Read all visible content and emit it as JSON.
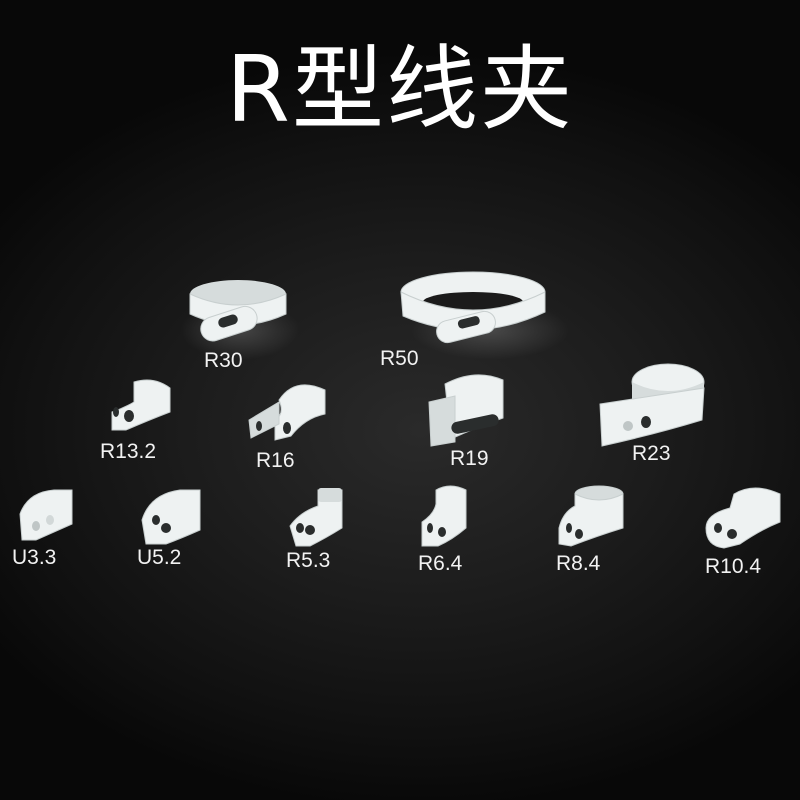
{
  "title": "R型线夹",
  "products": [
    {
      "id": "r30",
      "label": "R30"
    },
    {
      "id": "r50",
      "label": "R50"
    },
    {
      "id": "r13_2",
      "label": "R13.2"
    },
    {
      "id": "r16",
      "label": "R16"
    },
    {
      "id": "r19",
      "label": "R19"
    },
    {
      "id": "r23",
      "label": "R23"
    },
    {
      "id": "u3_3",
      "label": "U3.3"
    },
    {
      "id": "u5_2",
      "label": "U5.2"
    },
    {
      "id": "r5_3",
      "label": "R5.3"
    },
    {
      "id": "r6_4",
      "label": "R6.4"
    },
    {
      "id": "r8_4",
      "label": "R8.4"
    },
    {
      "id": "r10_4",
      "label": "R10.4"
    }
  ],
  "colors": {
    "background": "#0e0e0e",
    "clip": "#eef2f2",
    "text": "#ffffff"
  }
}
